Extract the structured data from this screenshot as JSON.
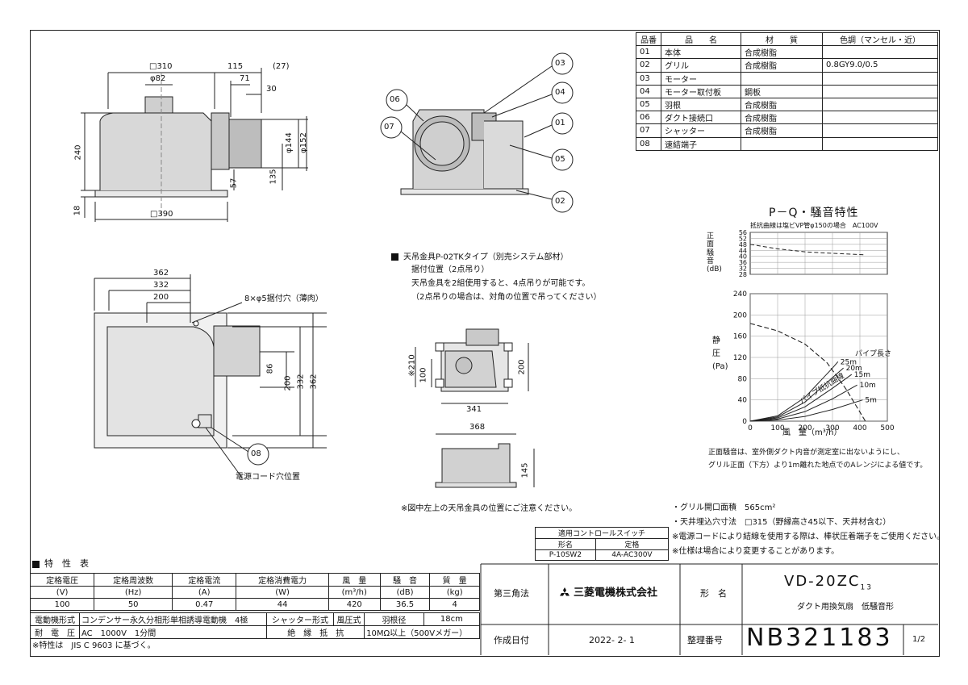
{
  "parts_table": {
    "headers": [
      "品番",
      "品　　名",
      "材　　質",
      "色調（マンセル・近）"
    ],
    "rows": [
      [
        "01",
        "本体",
        "合成樹脂",
        ""
      ],
      [
        "02",
        "グリル",
        "合成樹脂",
        "0.8GY9.0/0.5"
      ],
      [
        "03",
        "モーター",
        "",
        ""
      ],
      [
        "04",
        "モーター取付板",
        "鋼板",
        ""
      ],
      [
        "05",
        "羽根",
        "合成樹脂",
        ""
      ],
      [
        "06",
        "ダクト接続口",
        "合成樹脂",
        ""
      ],
      [
        "07",
        "シャッター",
        "合成樹脂",
        ""
      ],
      [
        "08",
        "速結端子",
        "",
        ""
      ]
    ]
  },
  "front_view": {
    "dims": [
      "□310",
      "φ82",
      "115",
      "(27)",
      "71",
      "30",
      "240",
      "18",
      "φ144",
      "φ152",
      "57",
      "135",
      "□390"
    ]
  },
  "callouts": [
    "03",
    "04",
    "06",
    "07",
    "01",
    "05",
    "02",
    "08"
  ],
  "plan_view": {
    "dims": [
      "362",
      "332",
      "200",
      "8×φ5据付穴（薄肉）",
      "86",
      "200",
      "332",
      "362"
    ],
    "cord_label": "電源コード穴位置"
  },
  "mount_note": {
    "title": "天吊金具P-02TKタイプ（別売システム部材）",
    "lines": [
      "据付位置（2点吊り）",
      "天吊金具を2組使用すると、4点吊りが可能です。",
      "（2点吊りの場合は、対角の位置で吊ってください）"
    ]
  },
  "mount_dims": [
    "※210",
    "100",
    "200",
    "341",
    "368",
    "145"
  ],
  "mount_footnote": "※図中左上の天吊金具の位置にご注意ください。",
  "chart_title": "P－Q・騒音特性",
  "chart_subtitle": "抵抗曲線は塩ビVP管φ150の場合　AC100V",
  "chart_data": [
    {
      "type": "line",
      "title": "",
      "ylabel": "正面騒音 (dB)",
      "y_ticks": [
        56,
        52,
        48,
        44,
        40,
        36,
        32,
        28
      ],
      "ylim": [
        28,
        56
      ],
      "xlim": [
        0,
        500
      ],
      "series": [
        {
          "x": [
            0,
            100,
            200,
            300,
            420
          ],
          "y": [
            48,
            45,
            43,
            42,
            41
          ]
        }
      ]
    },
    {
      "type": "line",
      "title": "",
      "xlabel": "風　量（m³/h）",
      "ylabel": "静圧 (Pa)",
      "x_ticks": [
        0,
        100,
        200,
        300,
        400,
        500
      ],
      "y_ticks": [
        0,
        40,
        80,
        120,
        160,
        200,
        240
      ],
      "xlim": [
        0,
        500
      ],
      "ylim": [
        0,
        240
      ],
      "pipe_label": "パイプ長さ",
      "resistance_label": "パイプ抵抗曲線",
      "series": [
        {
          "x": [
            0,
            100,
            200,
            280,
            350,
            420
          ],
          "y": [
            184,
            170,
            145,
            110,
            60,
            0
          ]
        },
        {
          "name": "25m",
          "x": [
            0,
            100,
            200,
            300,
            320
          ],
          "y": [
            0,
            10,
            45,
            100,
            112
          ]
        },
        {
          "name": "20m",
          "x": [
            0,
            100,
            200,
            300,
            340
          ],
          "y": [
            0,
            8,
            36,
            82,
            100
          ]
        },
        {
          "name": "15m",
          "x": [
            0,
            100,
            200,
            300,
            370
          ],
          "y": [
            0,
            6,
            27,
            62,
            88
          ]
        },
        {
          "name": "10m",
          "x": [
            0,
            100,
            200,
            300,
            390
          ],
          "y": [
            0,
            4,
            18,
            42,
            68
          ]
        },
        {
          "name": "5m",
          "x": [
            0,
            100,
            200,
            300,
            410
          ],
          "y": [
            0,
            2,
            9,
            22,
            40
          ]
        }
      ]
    }
  ],
  "chart_notes": [
    "正面騒音は、室外側ダクト内音が測定室に出ないようにし、",
    "グリル正面（下方）より1m離れた地点でのAレンジによる値です。"
  ],
  "bullets": [
    "・グリル開口面積　565cm²",
    "・天井埋込穴寸法　□315（野縁高さ45以下、天井材含む）",
    "※電源コードにより結線を使用する際は、棒状圧着端子をご使用ください。",
    "※仕様は場合により変更することがあります。"
  ],
  "control_table": {
    "title": "適用コントロールスイッチ",
    "headers": [
      "形名",
      "定格"
    ],
    "row": [
      "P-10SW2",
      "4A-AC300V"
    ]
  },
  "spec": {
    "title": "特　性　表",
    "headers": [
      "定格電圧",
      "定格周波数",
      "定格電流",
      "定格消費電力",
      "風　量",
      "騒　音",
      "質　量"
    ],
    "units": [
      "(V)",
      "(Hz)",
      "(A)",
      "(W)",
      "(m³/h)",
      "(dB)",
      "(kg)"
    ],
    "values": [
      "100",
      "50",
      "0.47",
      "44",
      "420",
      "36.5",
      "4"
    ],
    "motor_label": "電動機形式",
    "motor_value": "コンデンサー永久分相形単相誘導電動機　4極",
    "shutter_label": "シャッター形式",
    "shutter_value": "風圧式",
    "blade_label": "羽根径",
    "blade_value": "18cm",
    "withstand_label": "耐　電　圧",
    "withstand_value": "AC　1000V　1分間",
    "insulation_label": "絶　縁　抵　抗",
    "insulation_value": "10MΩ以上（500Vメガー）",
    "footnote": "※特性は　JIS C 9603 に基づく。"
  },
  "title_block": {
    "projection": "第三角法",
    "company": "三菱電機株式会社",
    "model_label": "形　名",
    "model": "VD-20ZC",
    "model_suffix": "13",
    "description": "ダクト用換気扇　低騒音形",
    "date_label": "作成日付",
    "date": "2022- 2- 1",
    "number_label": "整理番号",
    "number": "NB321183",
    "page": "1/2"
  }
}
